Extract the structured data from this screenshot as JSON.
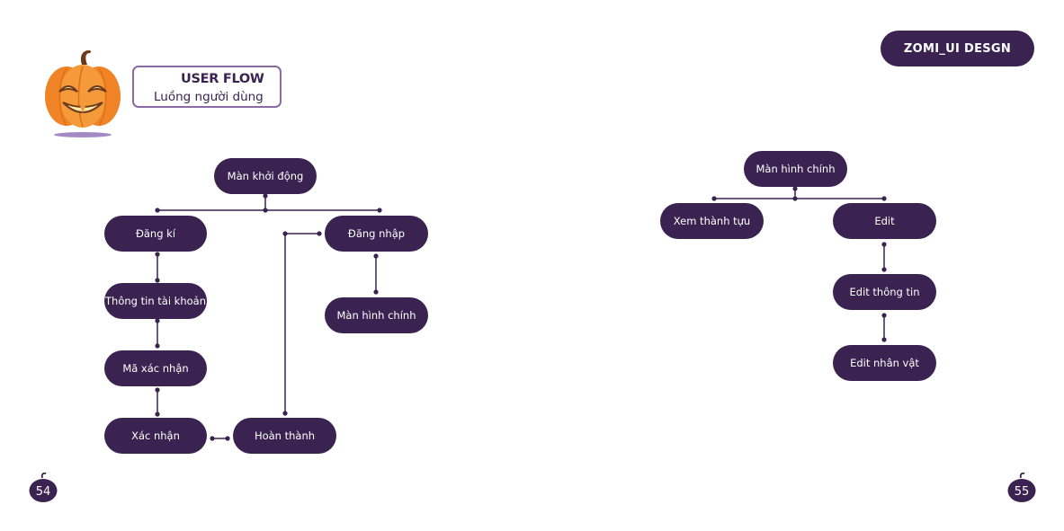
{
  "header": {
    "brand_label": "ZOMI_UI DESGN",
    "title": "USER FLOW",
    "subtitle": "Luồng người dùng",
    "mascot_icon": "pumpkin-icon"
  },
  "pages": {
    "left": "54",
    "right": "55"
  },
  "flow_left": {
    "start": "Màn khởi động",
    "signup": "Đăng kí",
    "login": "Đăng nhập",
    "account_info": "Thông tin tài khoản",
    "main_screen": "Màn hình chính",
    "verify_code": "Mã xác nhận",
    "confirm": "Xác nhận",
    "done": "Hoàn thành"
  },
  "flow_right": {
    "main_screen": "Màn hình chính",
    "achievements": "Xem thành tựu",
    "edit": "Edit",
    "edit_info": "Edit thông tin",
    "edit_character": "Edit nhân vật"
  },
  "colors": {
    "node": "#3a2350",
    "accent": "#8a6aa4",
    "pumpkin": "#f08a24"
  }
}
